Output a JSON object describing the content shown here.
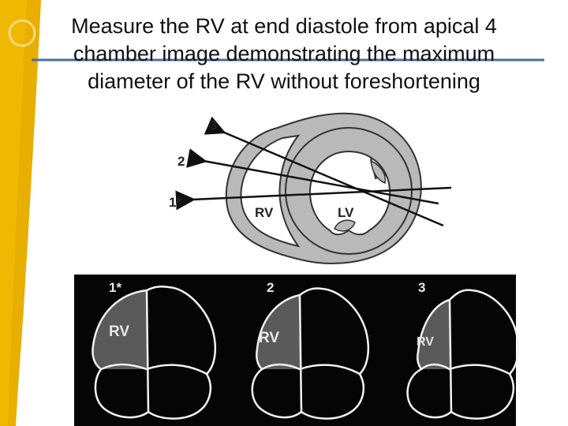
{
  "slide": {
    "title_lines": [
      "Measure the RV at end diastole from apical 4",
      "chamber image demonstrating  the maximum",
      "diameter of the RV without foreshortening"
    ]
  },
  "short_axis": {
    "labels": {
      "rv": "RV",
      "lv": "LV"
    },
    "line_labels": [
      "3",
      "2",
      "1*"
    ]
  },
  "apical_views": [
    {
      "number": "1*",
      "rv_label": "RV"
    },
    {
      "number": "2",
      "rv_label": "RV"
    },
    {
      "number": "3",
      "rv_label": "RV"
    }
  ],
  "colors": {
    "accent_gold": "#f0b800",
    "divider_blue": "#4a6e9e",
    "wall_gray": "#b9b9b9"
  }
}
